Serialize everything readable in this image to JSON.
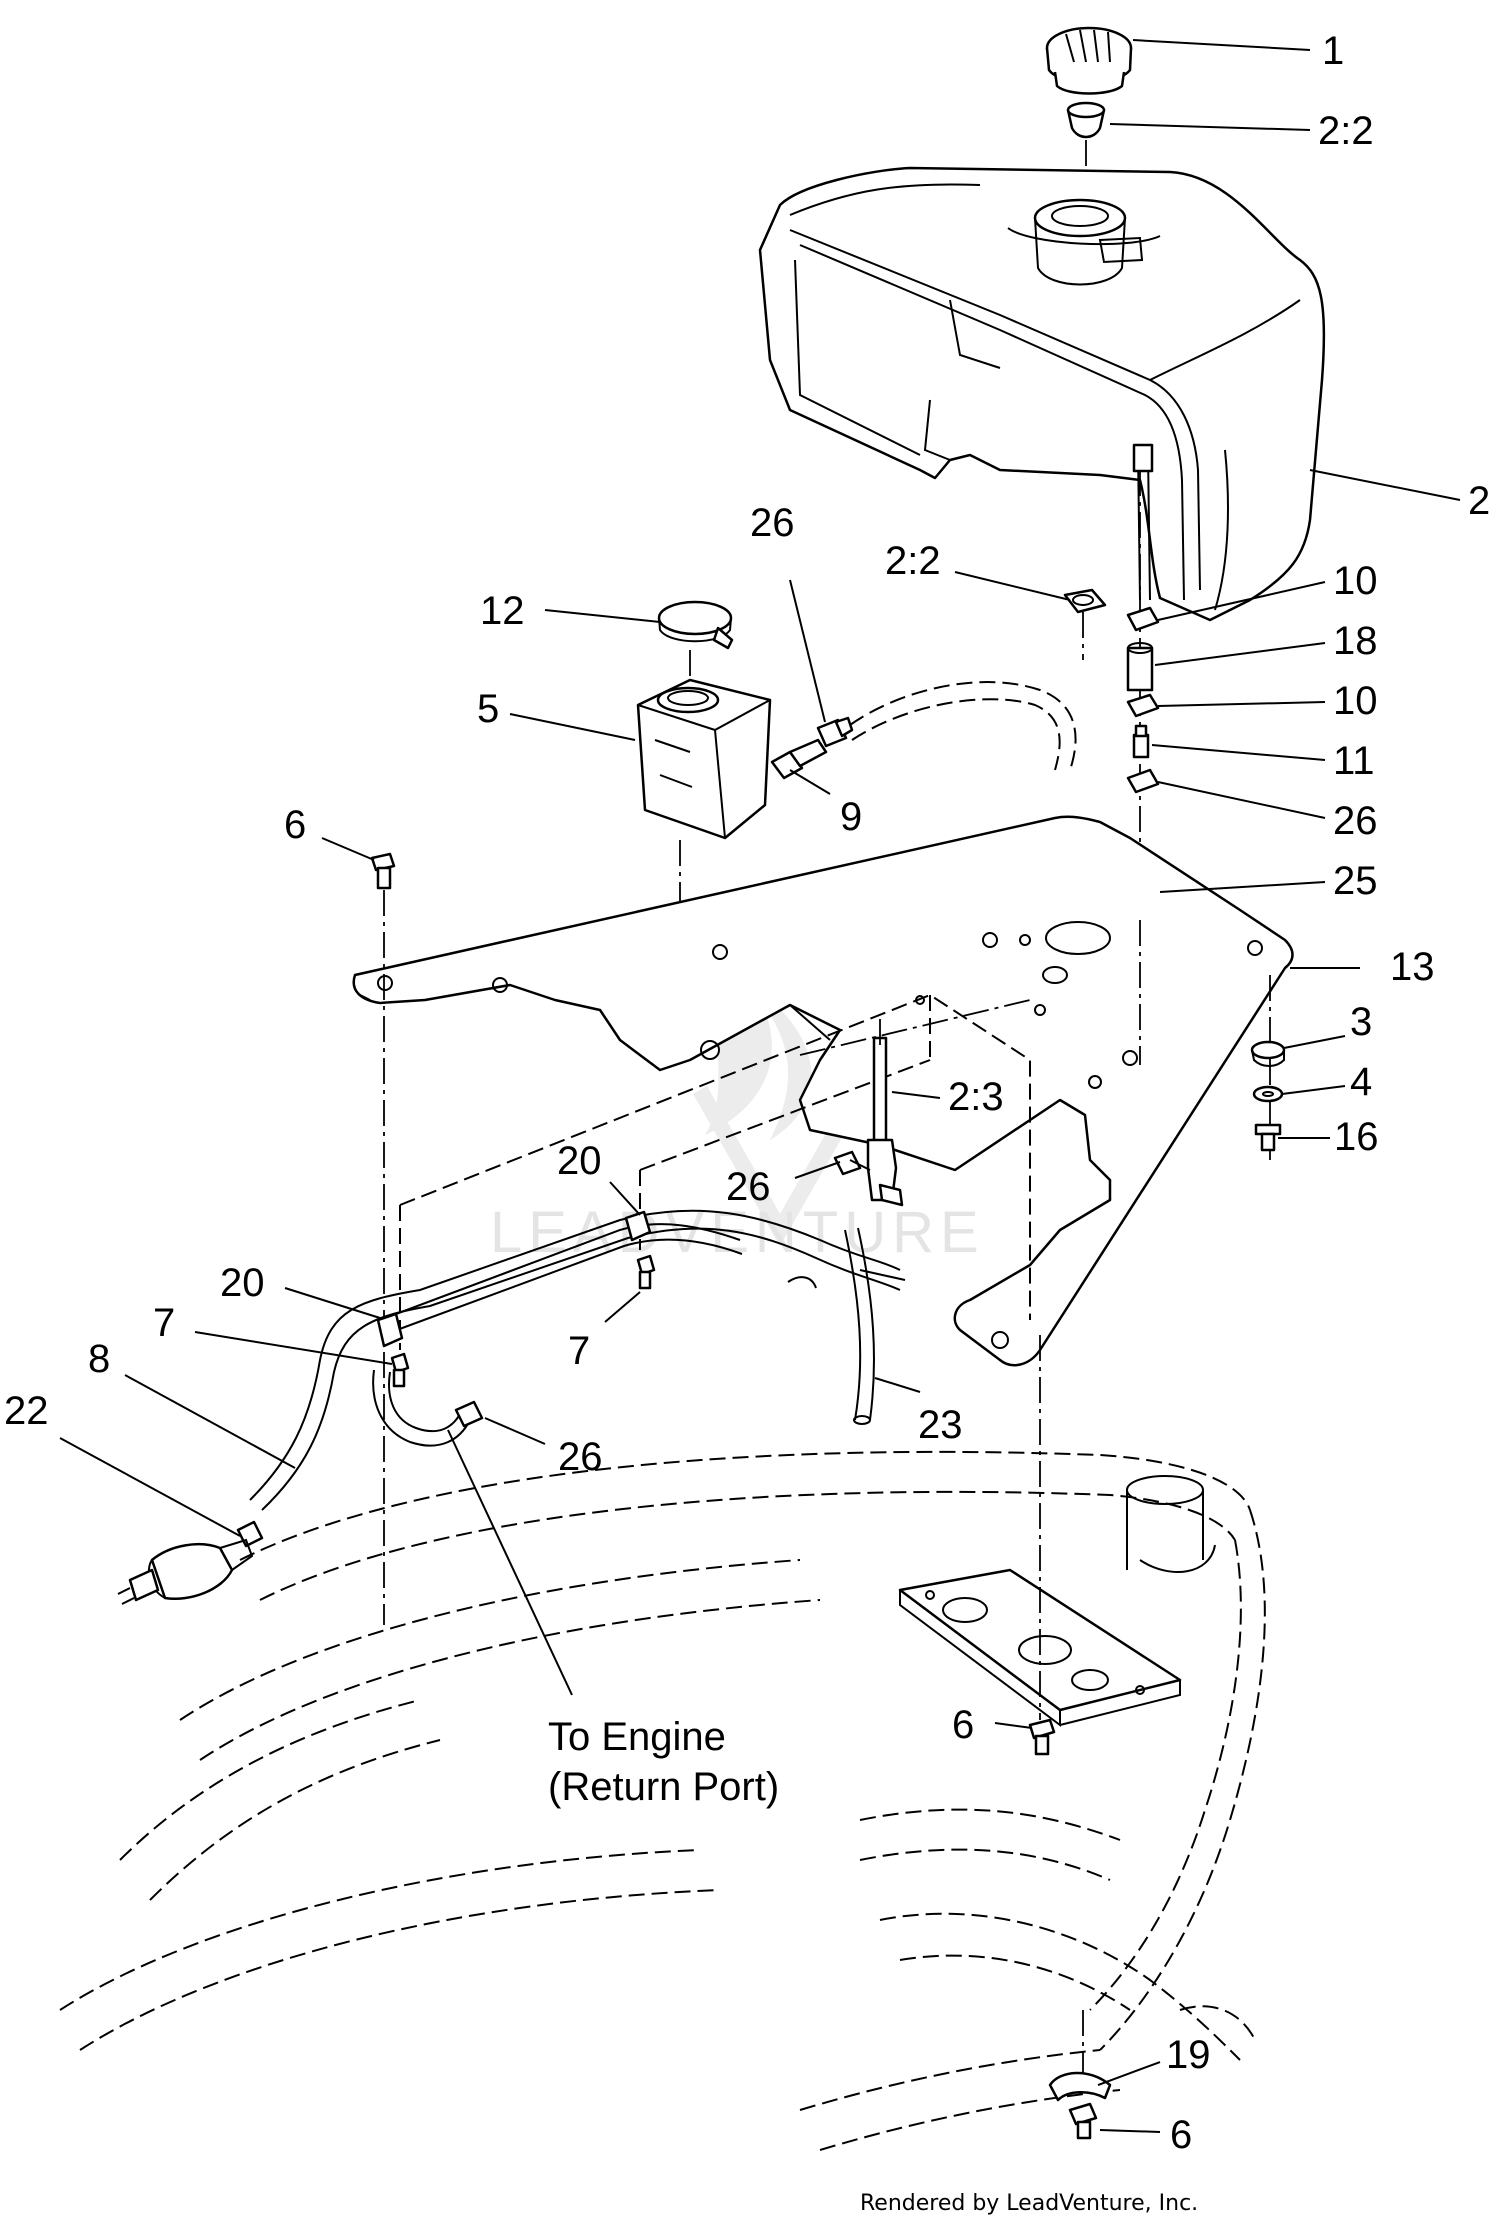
{
  "callouts": [
    {
      "id": "c1",
      "text": "1"
    },
    {
      "id": "c2-2a",
      "text": "2:2"
    },
    {
      "id": "c2",
      "text": "2"
    },
    {
      "id": "c26a",
      "text": "26"
    },
    {
      "id": "c2-2b",
      "text": "2:2"
    },
    {
      "id": "c10a",
      "text": "10"
    },
    {
      "id": "c12",
      "text": "12"
    },
    {
      "id": "c18",
      "text": "18"
    },
    {
      "id": "c5",
      "text": "5"
    },
    {
      "id": "c10b",
      "text": "10"
    },
    {
      "id": "c11",
      "text": "11"
    },
    {
      "id": "c9",
      "text": "9"
    },
    {
      "id": "c26b",
      "text": "26"
    },
    {
      "id": "c6a",
      "text": "6"
    },
    {
      "id": "c25",
      "text": "25"
    },
    {
      "id": "c13",
      "text": "13"
    },
    {
      "id": "c3",
      "text": "3"
    },
    {
      "id": "c4",
      "text": "4"
    },
    {
      "id": "c2-3",
      "text": "2:3"
    },
    {
      "id": "c16",
      "text": "16"
    },
    {
      "id": "c20a",
      "text": "20"
    },
    {
      "id": "c26c",
      "text": "26"
    },
    {
      "id": "c20b",
      "text": "20"
    },
    {
      "id": "c7a",
      "text": "7"
    },
    {
      "id": "c7b",
      "text": "7"
    },
    {
      "id": "c8",
      "text": "8"
    },
    {
      "id": "c22",
      "text": "22"
    },
    {
      "id": "c23",
      "text": "23"
    },
    {
      "id": "c26d",
      "text": "26"
    },
    {
      "id": "c6b",
      "text": "6"
    },
    {
      "id": "c19",
      "text": "19"
    },
    {
      "id": "c6c",
      "text": "6"
    }
  ],
  "note": {
    "line1": "To Engine",
    "line2": "(Return Port)"
  },
  "credit": "Rendered by LeadVenture, Inc.",
  "watermark": "LEADVENTURE",
  "colors": {
    "line": "#000000",
    "background": "#ffffff",
    "watermark": "#e4e4e4"
  }
}
